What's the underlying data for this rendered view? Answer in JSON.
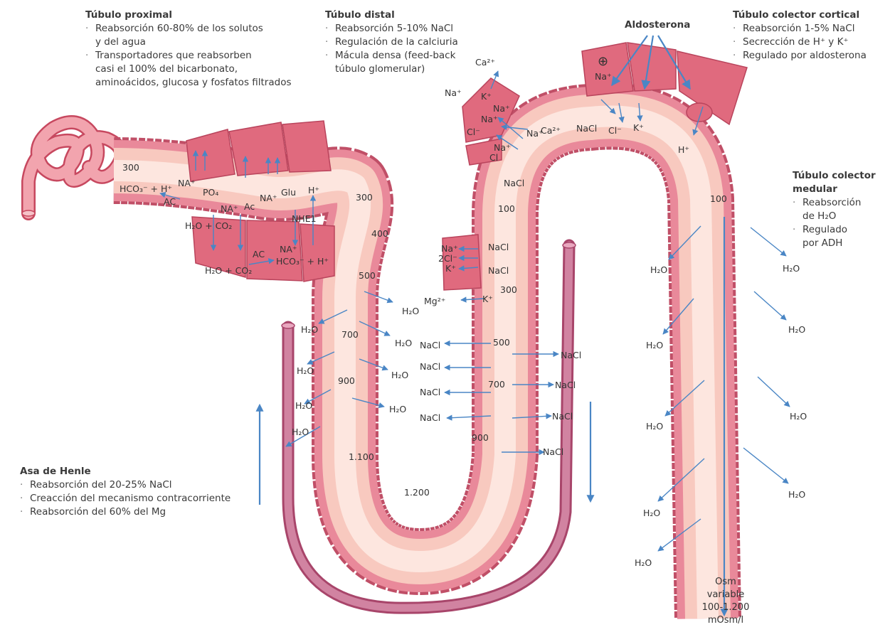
{
  "colors": {
    "tubule_fill": "#f8c9bf",
    "tubule_core": "#fde6df",
    "cell_fill": "#e06a7e",
    "cell_stroke": "#b9445c",
    "vasa": "#c76c8a",
    "arrow": "#4a86c5"
  },
  "sections": {
    "proximal": {
      "title": "Túbulo proximal",
      "items": [
        [
          "Reabsorción 60-80% de los solutos",
          "y del agua"
        ],
        [
          "Transportadores que reabsorben",
          "casi el 100% del bicarbonato,",
          "aminoácidos, glucosa y fosfatos filtrados"
        ]
      ]
    },
    "distal": {
      "title": "Túbulo distal",
      "items": [
        [
          "Reabsorción 5-10% NaCl"
        ],
        [
          "Regulación de la calciuria"
        ],
        [
          "Mácula densa (feed-back",
          "túbulo glomerular)"
        ]
      ]
    },
    "aldosterona": {
      "title": "Aldosterona"
    },
    "cortical": {
      "title": "Túbulo colector cortical",
      "items": [
        [
          "Reabsorción 1-5% NaCl"
        ],
        [
          "Secrección de H⁺ y K⁺"
        ],
        [
          "Regulado por aldosterona"
        ]
      ]
    },
    "medular": {
      "title_lines": [
        "Túbulo colector",
        "medular"
      ],
      "items": [
        [
          "Reabsorción",
          "de H₂O"
        ],
        [
          "Regulado",
          "por ADH"
        ]
      ]
    },
    "henle": {
      "title": "Asa de Henle",
      "items": [
        [
          "Reabsorción del 20-25% NaCl"
        ],
        [
          "Creacción del mecanismo contracorriente"
        ],
        [
          "Reabsorción del 60% del Mg"
        ]
      ]
    }
  },
  "osmolarity": {
    "proximal": "300",
    "desc_300": "300",
    "desc_400": "400",
    "desc_500": "500",
    "desc_700": "700",
    "desc_900": "900",
    "bend_1100": "1.100",
    "bend_1200": "1.200",
    "asc_300": "300",
    "asc_500": "500",
    "asc_700": "700",
    "asc_900": "900",
    "distal_100": "100",
    "collector_100": "100"
  },
  "collector_end": [
    "Osm",
    "variable",
    "100-1.200",
    "mOsm/l"
  ],
  "ions": {
    "na": "Na⁺",
    "na_cap": "NA⁺",
    "k": "K⁺",
    "h": "H⁺",
    "cl": "Cl⁻",
    "cl_plain": "Cl",
    "ca": "Ca²⁺",
    "mg": "Mg²⁺",
    "two_cl": "2Cl⁻",
    "nacl": "NaCl",
    "h2o": "H₂O",
    "glu": "Glu",
    "ac": "Ac",
    "ac_cap": "AC",
    "po4": "PO₄",
    "nhe1": "NHE1",
    "hco3_h": "HCO₃⁻ + H⁺",
    "h2o_co2": "H₂O + CO₂",
    "plus_circle": "⊕"
  }
}
